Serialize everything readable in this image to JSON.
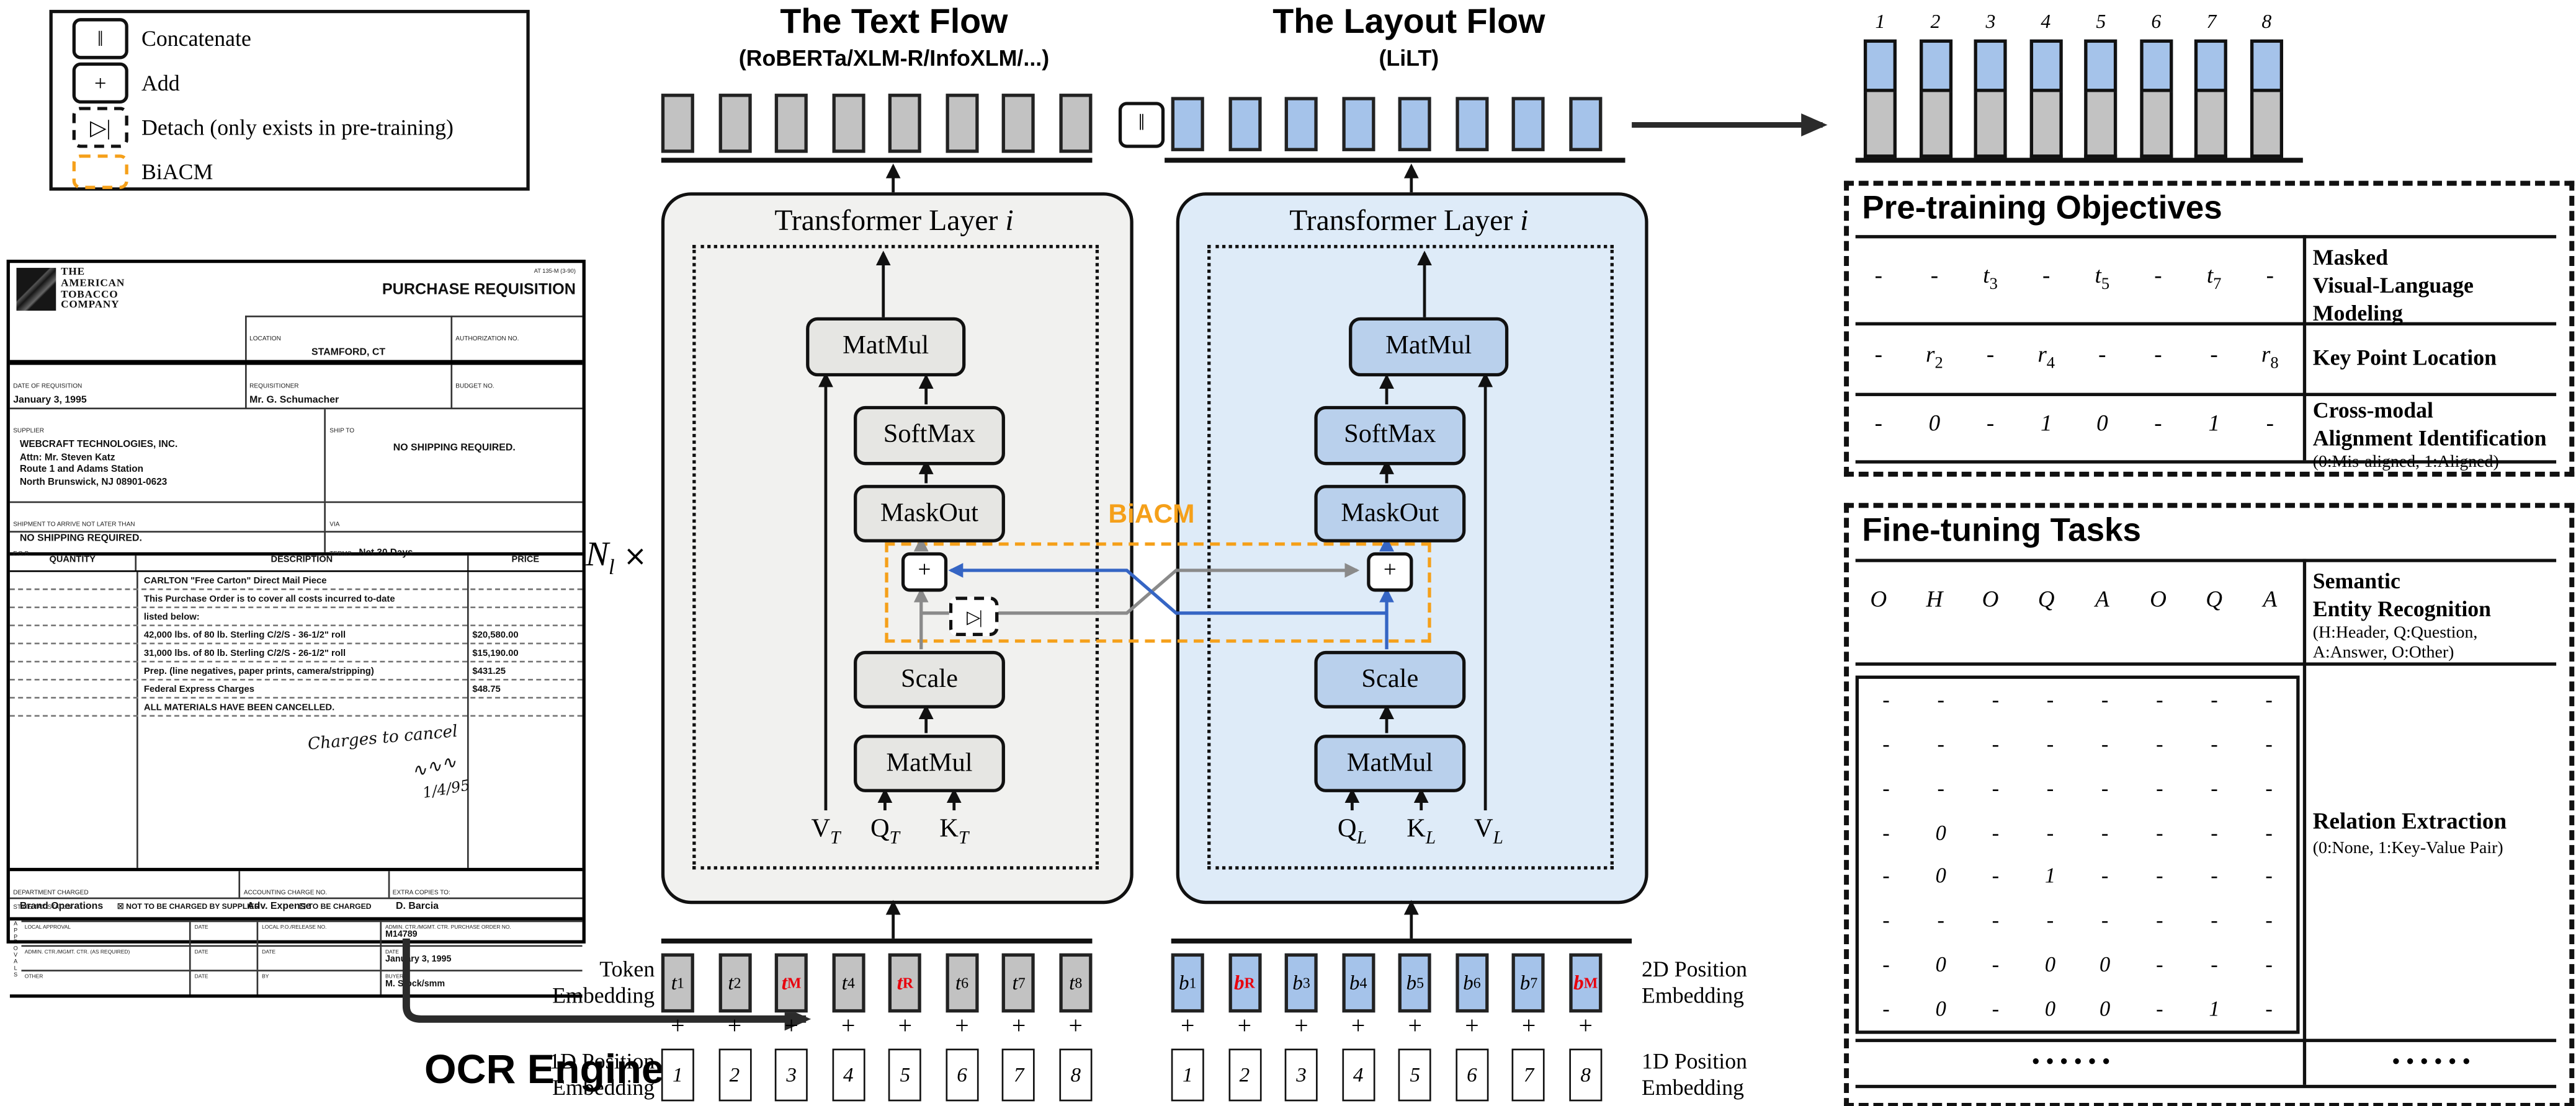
{
  "legend": [
    {
      "symbol": "‖",
      "label": "Concatenate",
      "style": "solid"
    },
    {
      "symbol": "+",
      "label": "Add",
      "style": "solid"
    },
    {
      "symbol": "▷|",
      "label": "Detach (only exists in pre-training)",
      "style": "dashed"
    },
    {
      "symbol": "",
      "label": "BiACM",
      "style": "orange"
    }
  ],
  "titles": {
    "text_flow": "The Text Flow",
    "text_flow_sub": "(RoBERTa/XLM-R/InfoXLM/...)",
    "layout_flow": "The Layout Flow",
    "layout_flow_sub": "(LiLT)",
    "layer": "Transformer Layer ",
    "layer_var": "i",
    "n_layers_base": "N",
    "n_layers_sub": "l",
    "n_layers_times": " ×",
    "biacm": "BiACM",
    "ocr": "OCR Engines"
  },
  "blocks": {
    "matmul": "MatMul",
    "softmax": "SoftMax",
    "maskout": "MaskOut",
    "scale": "Scale",
    "plus": "+",
    "detach": "▷|",
    "concat": "‖"
  },
  "qkv": {
    "text": [
      {
        "base": "V",
        "sub": "T"
      },
      {
        "base": "Q",
        "sub": "T"
      },
      {
        "base": "K",
        "sub": "T"
      }
    ],
    "layout": [
      {
        "base": "Q",
        "sub": "L"
      },
      {
        "base": "K",
        "sub": "L"
      },
      {
        "base": "V",
        "sub": "L"
      }
    ]
  },
  "embeddings": {
    "left_label_1": [
      "Token",
      "Embedding"
    ],
    "left_label_2": [
      "1D Position",
      "Embedding"
    ],
    "right_label_1": [
      "2D Position",
      "Embedding"
    ],
    "right_label_2": [
      "1D Position",
      "Embedding"
    ],
    "text_tokens": [
      {
        "base": "t",
        "sub": "1",
        "red": false
      },
      {
        "base": "t",
        "sub": "2",
        "red": false
      },
      {
        "base": "t",
        "sub": "M",
        "red": true
      },
      {
        "base": "t",
        "sub": "4",
        "red": false
      },
      {
        "base": "t",
        "sub": "R",
        "red": true
      },
      {
        "base": "t",
        "sub": "6",
        "red": false
      },
      {
        "base": "t",
        "sub": "7",
        "red": false
      },
      {
        "base": "t",
        "sub": "8",
        "red": false
      }
    ],
    "layout_tokens": [
      {
        "base": "b",
        "sub": "1",
        "red": false
      },
      {
        "base": "b",
        "sub": "R",
        "red": true
      },
      {
        "base": "b",
        "sub": "3",
        "red": false
      },
      {
        "base": "b",
        "sub": "4",
        "red": false
      },
      {
        "base": "b",
        "sub": "5",
        "red": false
      },
      {
        "base": "b",
        "sub": "6",
        "red": false
      },
      {
        "base": "b",
        "sub": "7",
        "red": false
      },
      {
        "base": "b",
        "sub": "M",
        "red": true
      }
    ],
    "pos_1d": [
      "1",
      "2",
      "3",
      "4",
      "5",
      "6",
      "7",
      "8"
    ],
    "plus": "+"
  },
  "output_stack": {
    "indices": [
      "1",
      "2",
      "3",
      "4",
      "5",
      "6",
      "7",
      "8"
    ]
  },
  "pretraining": {
    "title": "Pre-training Objectives",
    "rows": [
      {
        "cells": [
          "-",
          "-",
          "t_3",
          "-",
          "t_5",
          "-",
          "t_7",
          "-"
        ],
        "label_lines": [
          "Masked",
          "Visual-Language Modeling"
        ],
        "note": ""
      },
      {
        "cells": [
          "-",
          "r_2",
          "-",
          "r_4",
          "-",
          "-",
          "-",
          "r_8"
        ],
        "label_lines": [
          "Key Point Location"
        ],
        "note": ""
      },
      {
        "cells": [
          "-",
          "0",
          "-",
          "1",
          "0",
          "-",
          "1",
          "-"
        ],
        "label_lines": [
          "Cross-modal",
          "Alignment Identification"
        ],
        "note": "(0:Mis-aligned, 1:Aligned)"
      }
    ]
  },
  "finetuning": {
    "title": "Fine-tuning Tasks",
    "ser_cells": [
      "O",
      "H",
      "O",
      "Q",
      "A",
      "O",
      "Q",
      "A"
    ],
    "ser_label_lines": [
      "Semantic",
      "Entity Recognition"
    ],
    "ser_note_lines": [
      "(H:Header, Q:Question,",
      "A:Answer, O:Other)"
    ],
    "re_matrix": [
      [
        "-",
        "-",
        "-",
        "-",
        "-",
        "-",
        "-",
        "-"
      ],
      [
        "-",
        "-",
        "-",
        "-",
        "-",
        "-",
        "-",
        "-"
      ],
      [
        "-",
        "-",
        "-",
        "-",
        "-",
        "-",
        "-",
        "-"
      ],
      [
        "-",
        "0",
        "-",
        "-",
        "-",
        "-",
        "-",
        "-"
      ],
      [
        "-",
        "0",
        "-",
        "1",
        "-",
        "-",
        "-",
        "-"
      ],
      [
        "-",
        "-",
        "-",
        "-",
        "-",
        "-",
        "-",
        "-"
      ],
      [
        "-",
        "0",
        "-",
        "0",
        "0",
        "-",
        "-",
        "-"
      ],
      [
        "-",
        "0",
        "-",
        "0",
        "0",
        "-",
        "1",
        "-"
      ]
    ],
    "re_label": "Relation Extraction",
    "re_note": "(0:None, 1:Key-Value Pair)",
    "ellipsis_left": "••••••",
    "ellipsis_right": "••••••"
  },
  "document": {
    "company_lines": [
      "THE",
      "AMERICAN",
      "TOBACCO",
      "COMPANY"
    ],
    "form_no": "AT 135-M (3-90)",
    "title": "PURCHASE REQUISITION",
    "location_label": "LOCATION",
    "location": "STAMFORD, CT",
    "auth_label": "AUTHORIZATION NO.",
    "date_label": "DATE OF REQUISITION",
    "date": "January 3, 1995",
    "req_label": "REQUISITIONER",
    "requisitioner": "Mr. G. Schumacher",
    "budget_label": "BUDGET NO.",
    "supplier_label": "SUPPLIER",
    "supplier_lines": [
      "WEBCRAFT TECHNOLOGIES, INC.",
      "Attn: Mr. Steven Katz",
      "Route 1 and Adams Station",
      "North Brunswick, NJ 08901-0623"
    ],
    "shipto_label": "SHIP TO",
    "shipto": "NO SHIPPING REQUIRED.",
    "arrive_label": "SHIPMENT TO ARRIVE NOT LATER THAN",
    "arrive": "NO SHIPPING REQUIRED.",
    "via_label": "VIA",
    "fob_label": "F.O.B.",
    "terms_label": "TERMS",
    "terms": "Net 30 Days",
    "col_quantity": "QUANTITY",
    "col_description": "DESCRIPTION",
    "col_price": "PRICE",
    "items": [
      {
        "desc": "CARLTON \"Free Carton\" Direct Mail Piece",
        "price": ""
      },
      {
        "desc": "This Purchase Order is to cover all costs incurred to-date",
        "price": ""
      },
      {
        "desc": "listed below:",
        "price": ""
      },
      {
        "desc": "42,000 lbs. of 80 lb. Sterling C/2/S - 36-1/2\" roll",
        "price": "$20,580.00"
      },
      {
        "desc": "31,000 lbs. of 80 lb. Sterling C/2/S - 26-1/2\" roll",
        "price": "$15,190.00"
      },
      {
        "desc": "Prep. (line negatives, paper prints, camera/stripping)",
        "price": "$431.25"
      },
      {
        "desc": "Federal Express Charges",
        "price": "$48.75"
      },
      {
        "desc": "ALL MATERIALS HAVE BEEN CANCELLED.",
        "price": ""
      }
    ],
    "handwriting": "Charges to cancel",
    "handwriting_date": "1/4/95",
    "dept_label": "DEPARTMENT CHARGED",
    "dept": "Brand Operations",
    "acct_label": "ACCOUNTING CHARGE NO.",
    "acct": "Adv. Expense",
    "copies_label": "EXTRA COPIES TO:",
    "copies": "D. Barcia",
    "tax_label": "STATE TAX STATUS",
    "tax_opt1": "☒ NOT TO BE CHARGED BY SUPPLIER",
    "tax_opt2": "☐ TO BE CHARGED",
    "approvals_vertical": "APPROVALS",
    "approval_rows": [
      {
        "c1": "LOCAL APPROVAL",
        "c2": "DATE",
        "c3": "LOCAL P.O./RELEASE NO.",
        "c4": "ADMIN. CTR./MGMT. CTR. PURCHASE ORDER NO.",
        "v4": "M14789"
      },
      {
        "c1": "ADMIN. CTR./MGMT. CTR. (AS REQUIRED)",
        "c2": "DATE",
        "c3": "DATE",
        "c4": "DATE",
        "v4": "January 3, 1995"
      },
      {
        "c1": "OTHER",
        "c2": "DATE",
        "c3": "BY",
        "c4": "BUYER",
        "v4": "M. Stock/smm"
      }
    ]
  },
  "colors": {
    "orange": "#F5A01A",
    "blue_line": "#3565C4",
    "gray_line": "#8A8A8A",
    "red": "#E8000D",
    "token_gray": "#C2C2C2",
    "token_blue": "#A5C3EA",
    "text_box": "#E6E6E3",
    "text_bg": "#F1F1EF",
    "layout_box": "#B9D0EC",
    "layout_bg": "#DEEBF8"
  }
}
